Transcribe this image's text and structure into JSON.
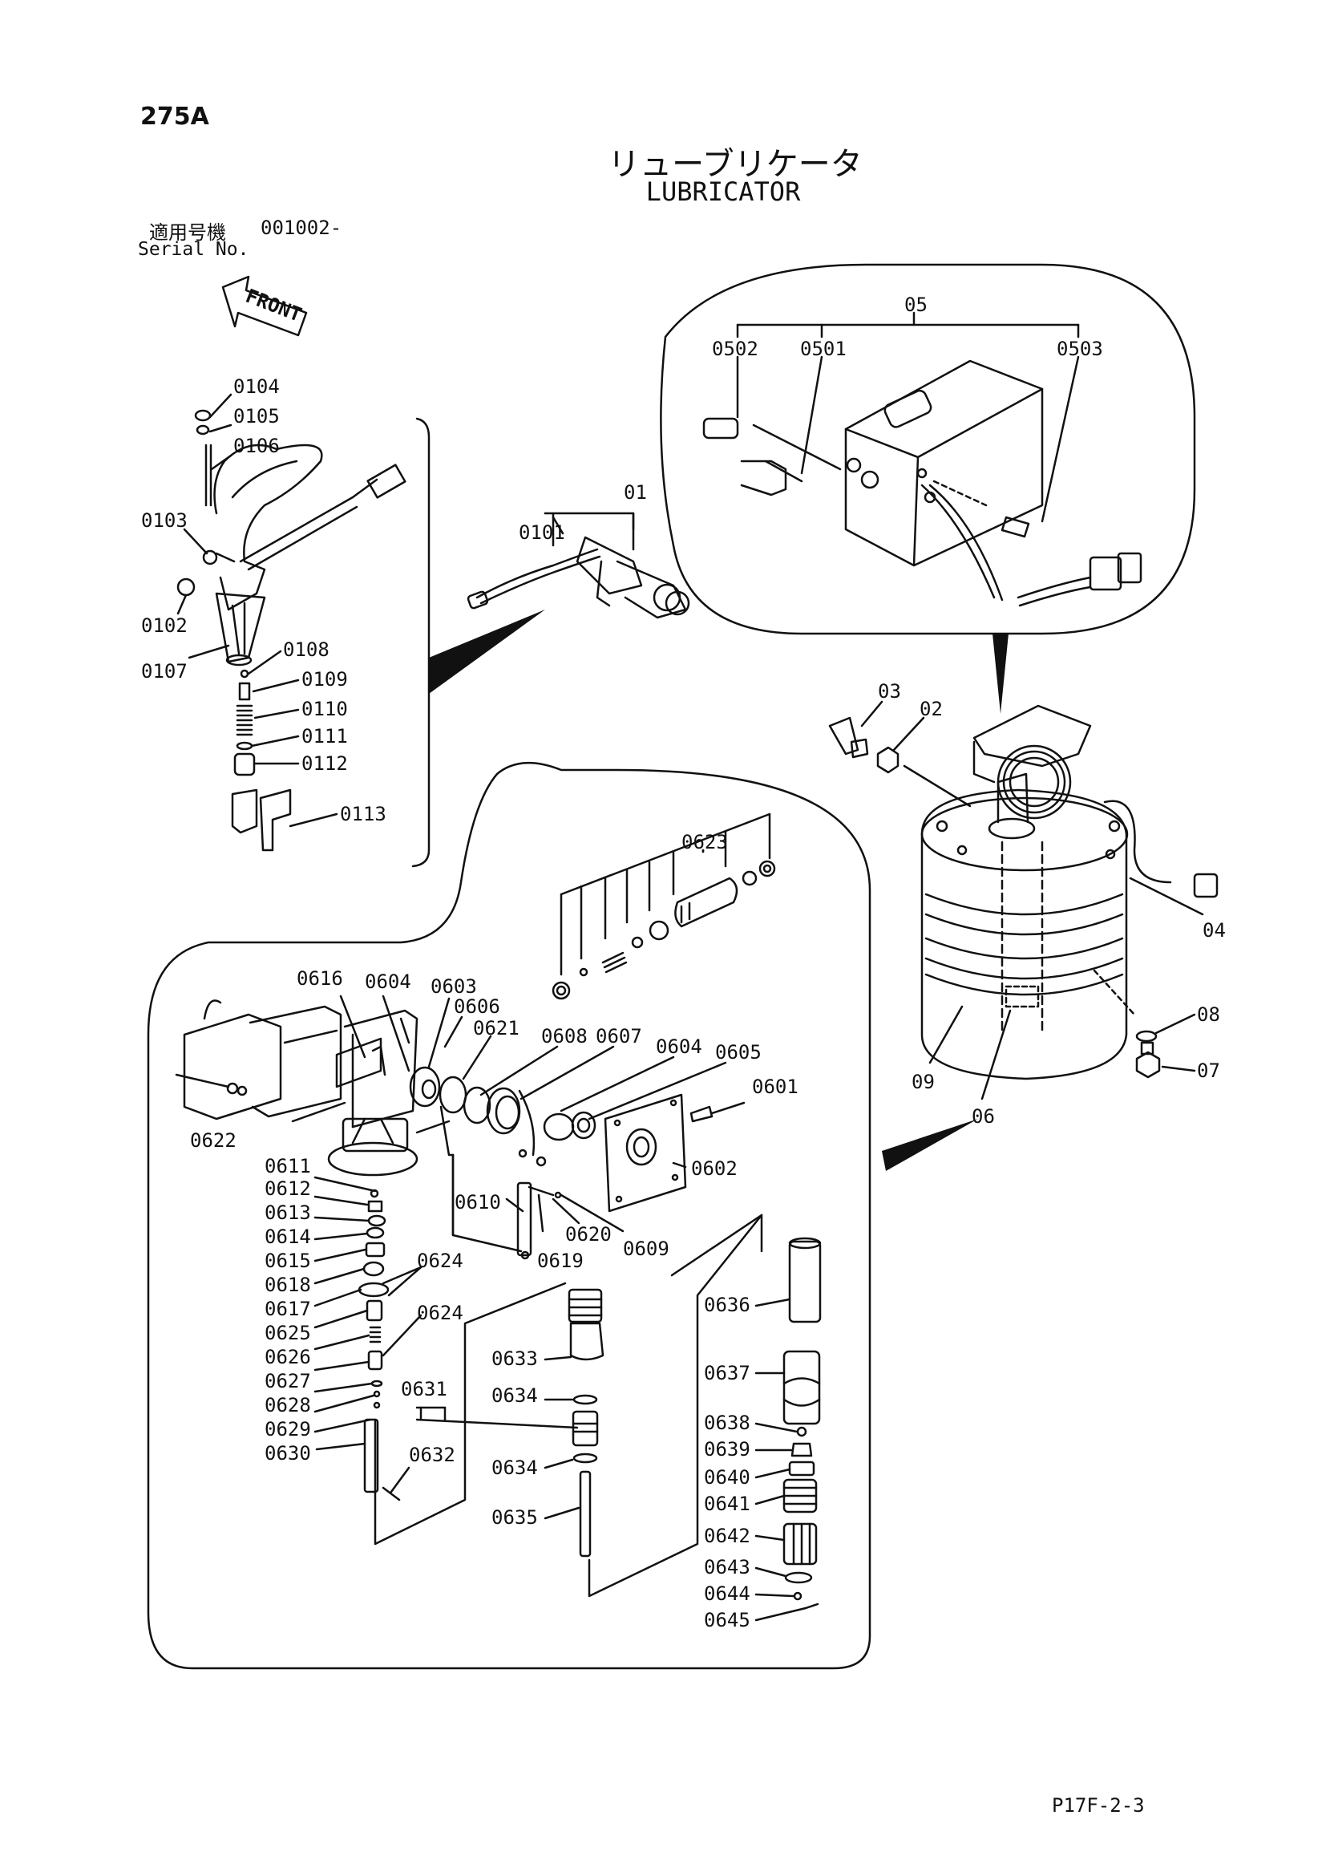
{
  "header": {
    "page_number": "275A",
    "title_jp": "リューブリケータ",
    "title_en": "LUBRICATOR",
    "serial_label_jp": "適用号機",
    "serial_value": "001002-",
    "serial_label_en": "Serial No.",
    "front_label": "FRONT"
  },
  "footer": {
    "page_ref": "P17F-2-3"
  },
  "part_labels": [
    "0104",
    "0105",
    "0106",
    "0103",
    "0102",
    "0107",
    "0108",
    "0109",
    "0110",
    "0111",
    "0112",
    "0113",
    "01",
    "0101",
    "05",
    "0502",
    "0501",
    "0503",
    "03",
    "02",
    "04",
    "08",
    "07",
    "09",
    "06",
    "0623",
    "0616",
    "0604",
    "0603",
    "0606",
    "0621",
    "0608",
    "0607",
    "0604",
    "0605",
    "0601",
    "0622",
    "0602",
    "0611",
    "0612",
    "0613",
    "0614",
    "0615",
    "0618",
    "0617",
    "0625",
    "0626",
    "0627",
    "0628",
    "0629",
    "0630",
    "0624",
    "0624",
    "0610",
    "0619",
    "0620",
    "0609",
    "0631",
    "0632",
    "0633",
    "0634",
    "0634",
    "0635",
    "0636",
    "0637",
    "0638",
    "0639",
    "0640",
    "0641",
    "0642",
    "0643",
    "0644",
    "0645"
  ],
  "colors": {
    "ink": "#111111",
    "paper": "#ffffff"
  }
}
